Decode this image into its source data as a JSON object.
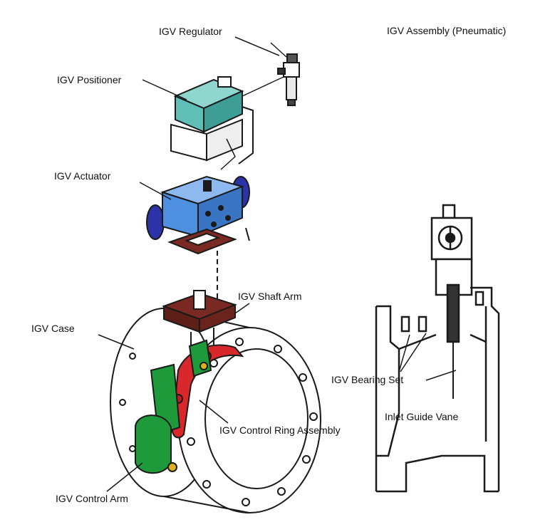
{
  "title": "IGV Assembly (Pneumatic)",
  "labels": {
    "regulator": "IGV Regulator",
    "positioner": "IGV Positioner",
    "actuator": "IGV Actuator",
    "shaft_arm": "IGV Shaft Arm",
    "case": "IGV Case",
    "bearing_set": "IGV Bearing Set",
    "inlet_guide_vane": "Inlet Guide Vane",
    "control_ring": "IGV Control Ring Assembly",
    "control_arm": "IGV Control Arm"
  },
  "colors": {
    "positioner": "#5fbfb7",
    "actuator": "#4f8fe0",
    "actuator_ends": "#2c33a8",
    "mount_plate": "#7a2a22",
    "control_ring": "#d9282c",
    "control_arm": "#1f9a3a",
    "line": "#1a1a1a"
  }
}
